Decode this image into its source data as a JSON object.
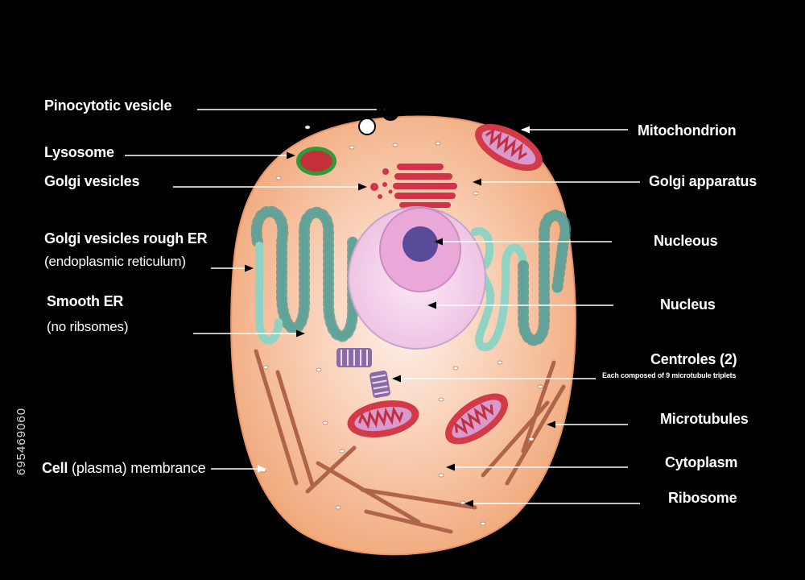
{
  "labels": {
    "pinocytotic_vesicle": "Pinocytotic vesicle",
    "lysosome": "Lysosome",
    "golgi_vesicles": "Golgi vesicles",
    "rough_er_line1": "Golgi vesicles rough ER",
    "rough_er_line2": "(endoplasmic reticulum)",
    "smooth_er_line1": "Smooth ER",
    "smooth_er_line2": "(no ribsomes)",
    "cell_membrane_bold": "Cell",
    "cell_membrane_rest": "(plasma) membrance",
    "mitochondrion": "Mitochondrion",
    "golgi_apparatus": "Golgi apparatus",
    "nucleolus": "Nucleous",
    "nucleus": "Nucleus",
    "centrioles": "Centroles (2)",
    "centrioles_note": "Each composed of 9 microtubule triplets",
    "microtubules": "Microtubules",
    "cytoplasm": "Cytoplasm",
    "ribosome": "Ribosome"
  },
  "stock_id": "695469060",
  "colors": {
    "background": "#000000",
    "cytoplasm_center": "#fbe7dc",
    "cytoplasm_edge": "#f2a67a",
    "mitochondrion": "#c8333f",
    "golgi": "#d3334a",
    "er": "#8fd3c4",
    "nucleus": "#f2c8e6",
    "nucleolus": "#5a4a9a",
    "microtubule": "#b0644a"
  }
}
